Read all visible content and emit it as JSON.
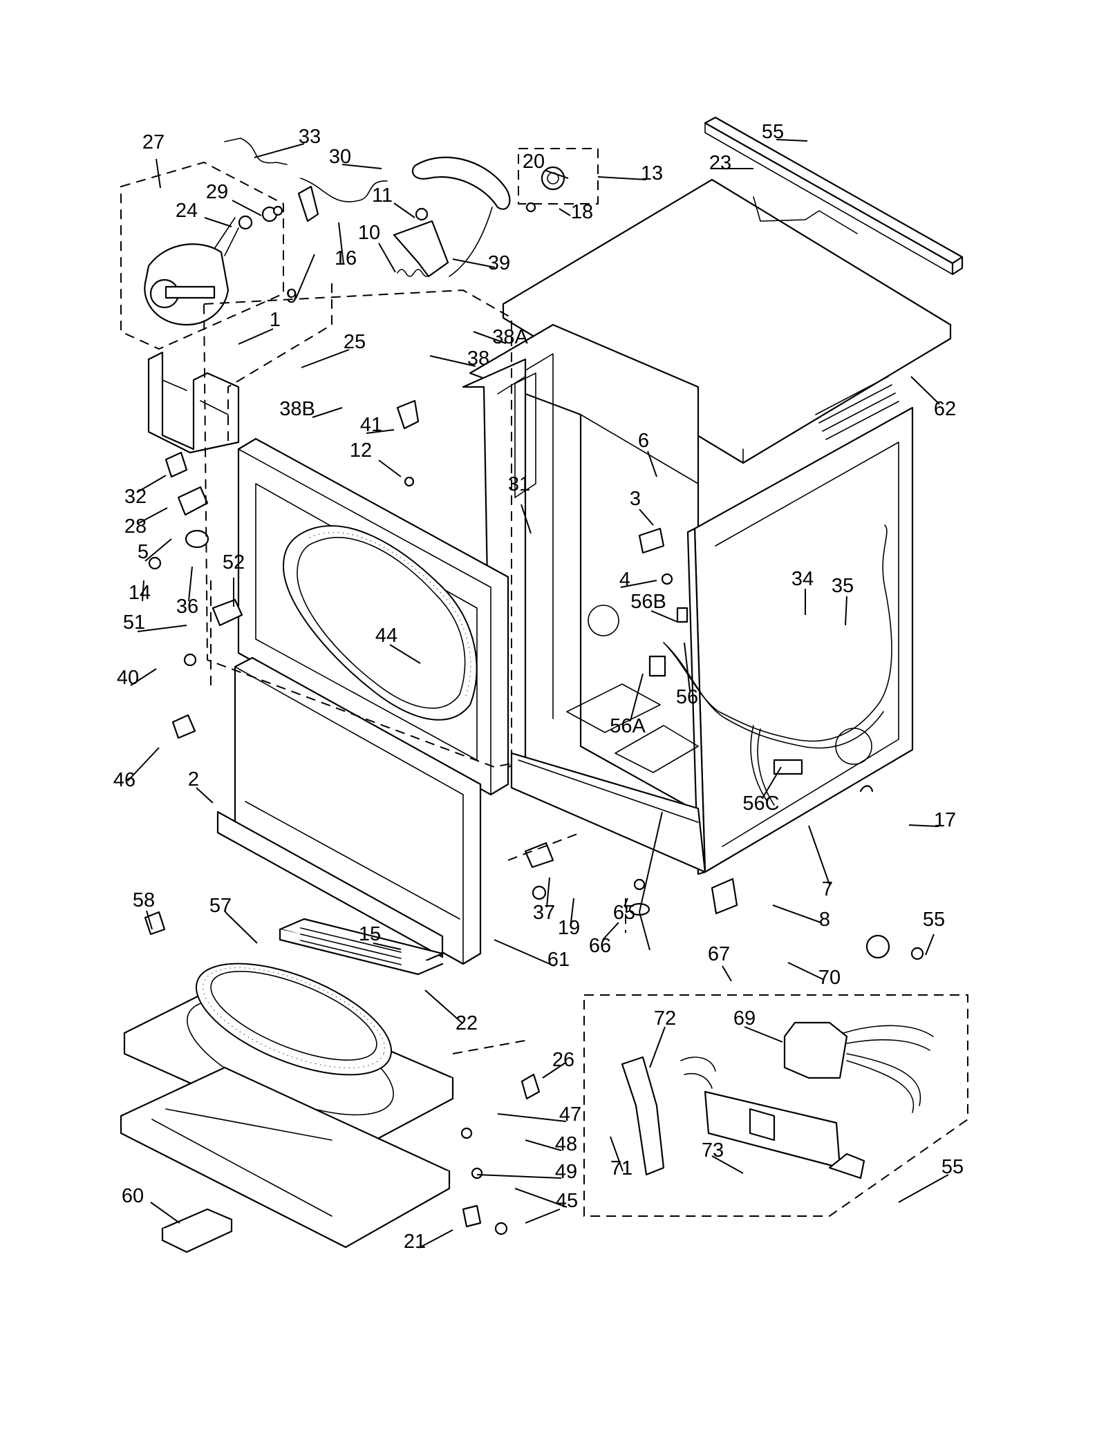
{
  "parts_diagram": {
    "callouts": [
      {
        "id": "c27",
        "text": "27"
      },
      {
        "id": "c33",
        "text": "33"
      },
      {
        "id": "c30",
        "text": "30"
      },
      {
        "id": "c20",
        "text": "20"
      },
      {
        "id": "c13",
        "text": "13"
      },
      {
        "id": "c18",
        "text": "18"
      },
      {
        "id": "c55a",
        "text": "55"
      },
      {
        "id": "c23",
        "text": "23"
      },
      {
        "id": "c29",
        "text": "29"
      },
      {
        "id": "c24",
        "text": "24"
      },
      {
        "id": "c11",
        "text": "11"
      },
      {
        "id": "c10",
        "text": "10"
      },
      {
        "id": "c16",
        "text": "16"
      },
      {
        "id": "c39",
        "text": "39"
      },
      {
        "id": "c9",
        "text": "9"
      },
      {
        "id": "c1",
        "text": "1"
      },
      {
        "id": "c25",
        "text": "25"
      },
      {
        "id": "c38a",
        "text": "38A"
      },
      {
        "id": "c38",
        "text": "38"
      },
      {
        "id": "c62",
        "text": "62"
      },
      {
        "id": "c38b",
        "text": "38B"
      },
      {
        "id": "c41",
        "text": "41"
      },
      {
        "id": "c12",
        "text": "12"
      },
      {
        "id": "c6",
        "text": "6"
      },
      {
        "id": "c32",
        "text": "32"
      },
      {
        "id": "c28",
        "text": "28"
      },
      {
        "id": "c31",
        "text": "31"
      },
      {
        "id": "c3",
        "text": "3"
      },
      {
        "id": "c5",
        "text": "5"
      },
      {
        "id": "c52",
        "text": "52"
      },
      {
        "id": "c4",
        "text": "4"
      },
      {
        "id": "c34",
        "text": "34"
      },
      {
        "id": "c35",
        "text": "35"
      },
      {
        "id": "c14",
        "text": "14"
      },
      {
        "id": "c36",
        "text": "36"
      },
      {
        "id": "c56b",
        "text": "56B"
      },
      {
        "id": "c51",
        "text": "51"
      },
      {
        "id": "c44",
        "text": "44"
      },
      {
        "id": "c40",
        "text": "40"
      },
      {
        "id": "c56",
        "text": "56"
      },
      {
        "id": "c56a",
        "text": "56A"
      },
      {
        "id": "c46",
        "text": "46"
      },
      {
        "id": "c2",
        "text": "2"
      },
      {
        "id": "c56c",
        "text": "56C"
      },
      {
        "id": "c17",
        "text": "17"
      },
      {
        "id": "c37",
        "text": "37"
      },
      {
        "id": "c7",
        "text": "7"
      },
      {
        "id": "c58",
        "text": "58"
      },
      {
        "id": "c57",
        "text": "57"
      },
      {
        "id": "c65",
        "text": "65"
      },
      {
        "id": "c19",
        "text": "19"
      },
      {
        "id": "c8",
        "text": "8"
      },
      {
        "id": "c55b",
        "text": "55"
      },
      {
        "id": "c15",
        "text": "15"
      },
      {
        "id": "c66",
        "text": "66"
      },
      {
        "id": "c61",
        "text": "61"
      },
      {
        "id": "c67",
        "text": "67"
      },
      {
        "id": "c70",
        "text": "70"
      },
      {
        "id": "c22",
        "text": "22"
      },
      {
        "id": "c72",
        "text": "72"
      },
      {
        "id": "c69",
        "text": "69"
      },
      {
        "id": "c26",
        "text": "26"
      },
      {
        "id": "c47",
        "text": "47"
      },
      {
        "id": "c48",
        "text": "48"
      },
      {
        "id": "c71",
        "text": "71"
      },
      {
        "id": "c73",
        "text": "73"
      },
      {
        "id": "c49",
        "text": "49"
      },
      {
        "id": "c55c",
        "text": "55"
      },
      {
        "id": "c60",
        "text": "60"
      },
      {
        "id": "c45",
        "text": "45"
      },
      {
        "id": "c21",
        "text": "21"
      }
    ]
  }
}
